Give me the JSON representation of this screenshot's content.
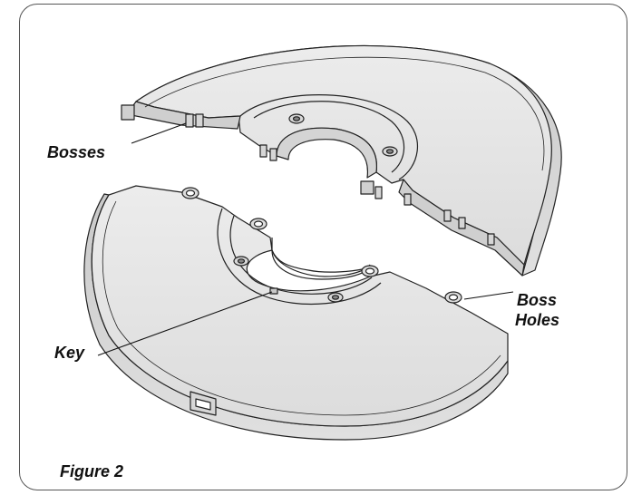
{
  "labels": {
    "bosses": "Bosses",
    "boss_holes_line1": "Boss",
    "boss_holes_line2": "Holes",
    "key": "Key",
    "figure": "Figure 2"
  },
  "colors": {
    "part_fill": "#e6e6e6",
    "part_shade": "#cfcfcf",
    "outline": "#222222",
    "frame": "#555555"
  }
}
